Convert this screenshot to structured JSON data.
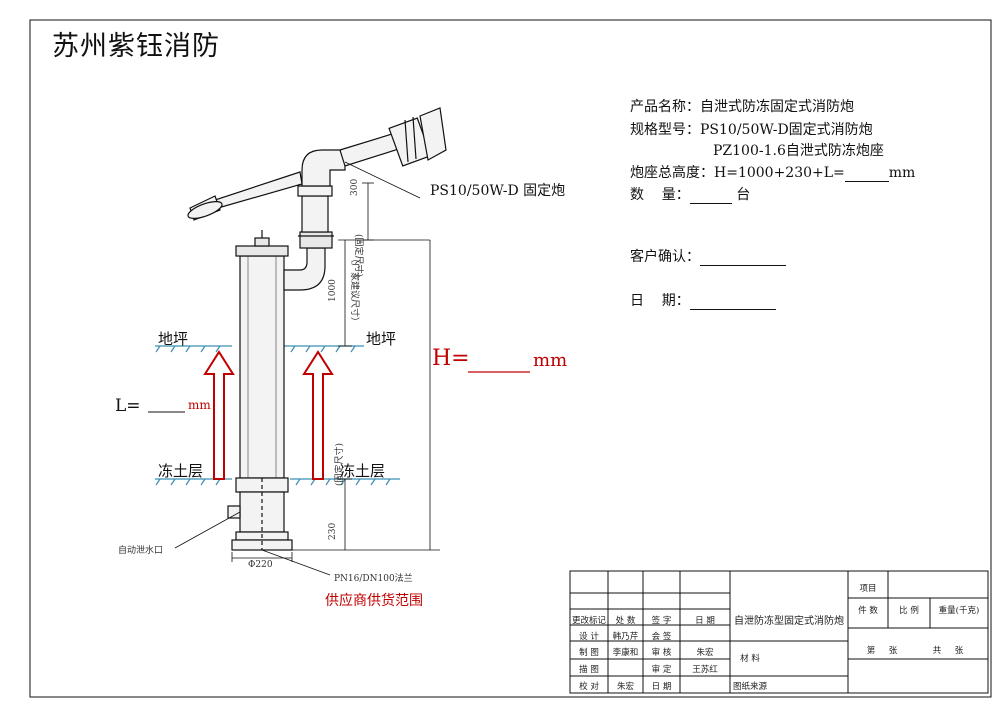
{
  "brand": "苏州紫钰消防",
  "product": {
    "name_line": "产品名称：自泄式防冻固定式消防炮",
    "model_line1": "规格型号：PS10/50W-D固定式消防炮",
    "model_line2": "PZ100-1.6自泄式防冻炮座",
    "height_prefix": "炮座总高度：H=1000+230+L=",
    "height_unit": "mm",
    "qty_label": "数    量：",
    "qty_unit": "台",
    "customer_confirm": "客户确认：",
    "date_label": "日    期："
  },
  "drawing": {
    "cannon_label": "PS10/50W-D 固定炮",
    "ground_left": "地坪",
    "ground_right": "地坪",
    "frost_left": "冻土层",
    "frost_right": "冻土层",
    "L_label": "L=",
    "L_unit": "mm",
    "H_label": "H=",
    "H_unit": "mm",
    "dim_300": "300",
    "dim_300_note": "(固定尺寸)",
    "dim_1000": "1000",
    "dim_1000_note": "（厂家建议尺寸）",
    "dim_230": "230",
    "dim_230_note": "(固定尺寸)",
    "auto_drain": "自动泄水口",
    "phi": "Φ220",
    "flange": "PN16/DN100法兰",
    "supply_scope": "供应商供货范围"
  },
  "title_block": {
    "revision_mark": "更改标记",
    "count": "处 数",
    "signature": "签 字",
    "date": "日 期",
    "design": "设 计",
    "design_name": "韩乃芹",
    "countersign": "会 签",
    "drafting": "制 图",
    "drafting_name": "李康和",
    "review": "审 核",
    "review_name": "朱宏",
    "tracing": "描 图",
    "approve": "审 定",
    "approve_name": "王苏红",
    "proofread": "校 对",
    "proofread_name": "朱宏",
    "date2": "日 期",
    "drawing_title": "自泄防冻型固定式消防炮",
    "material": "材 料",
    "drawing_source": "图纸来源",
    "project": "项目",
    "pieces": "件 数",
    "scale": "比 例",
    "weight": "重量(千克)",
    "sheet_no": "第     张",
    "total_sheets": "共     张"
  },
  "colors": {
    "line": "#111111",
    "ground": "#3a8fb5",
    "accent": "#c00000"
  }
}
